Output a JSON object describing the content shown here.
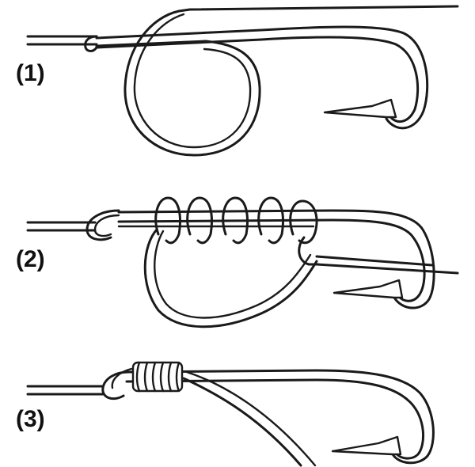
{
  "steps": [
    {
      "label": "(1)"
    },
    {
      "label": "(2)"
    },
    {
      "label": "(3)"
    }
  ]
}
